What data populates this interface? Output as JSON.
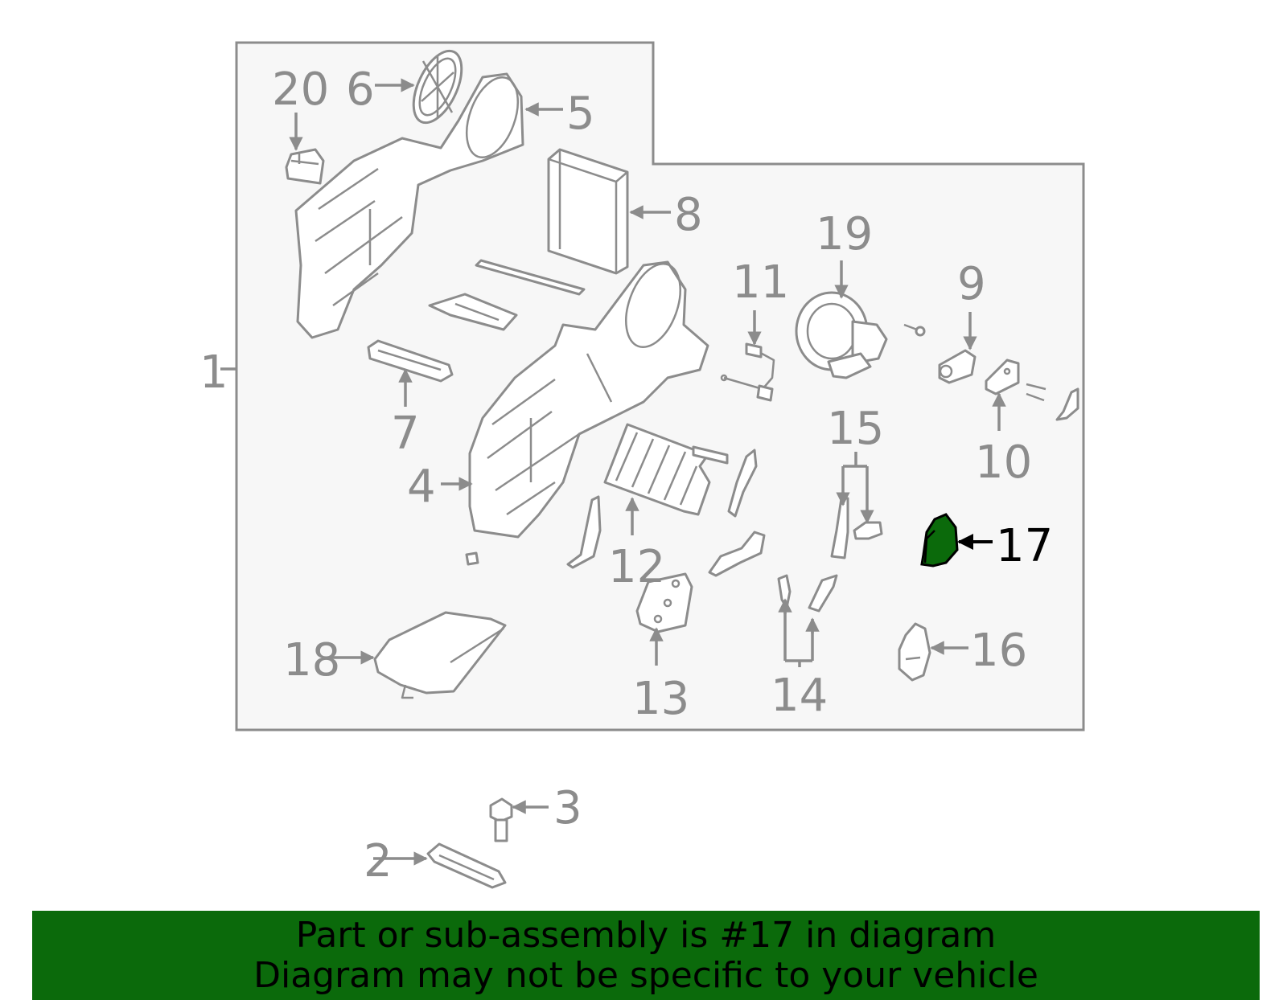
{
  "diagram": {
    "highlighted_part": "17",
    "highlight_color": "#0b6a0b",
    "line_color": "#8c8c8c",
    "callouts": [
      "1",
      "2",
      "3",
      "4",
      "5",
      "6",
      "7",
      "8",
      "9",
      "10",
      "11",
      "12",
      "13",
      "14",
      "15",
      "16",
      "17",
      "18",
      "19",
      "20"
    ]
  },
  "banner": {
    "line1": "Part or sub-assembly is #17 in diagram",
    "line2": "Diagram may not be specific to your vehicle",
    "background": "#0b6a0b"
  }
}
